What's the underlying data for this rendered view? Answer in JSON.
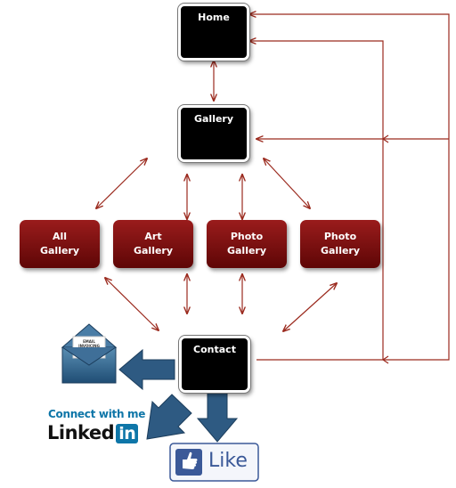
{
  "nodes": {
    "home": "Home",
    "gallery": "Gallery",
    "contact": "Contact",
    "all_gallery": [
      "All",
      "Gallery"
    ],
    "art_gallery": [
      "Art",
      "Gallery"
    ],
    "photo_gallery_1": [
      "Photo",
      "Gallery"
    ],
    "photo_gallery_2": [
      "Photo",
      "Gallery"
    ]
  },
  "social": {
    "email_label": "EMAIL INVOICING",
    "linkedin_tagline": "Connect with me",
    "linkedin_word": "Linked",
    "linkedin_badge": "in",
    "like_label": "Like"
  },
  "colors": {
    "arrow": "#9b2a1e",
    "red_button_top": "#9a1c1c",
    "red_button_bottom": "#5e0606",
    "big_arrow": "#2e5a82",
    "linkedin_blue": "#0e76a8",
    "facebook_blue": "#3b5998"
  }
}
